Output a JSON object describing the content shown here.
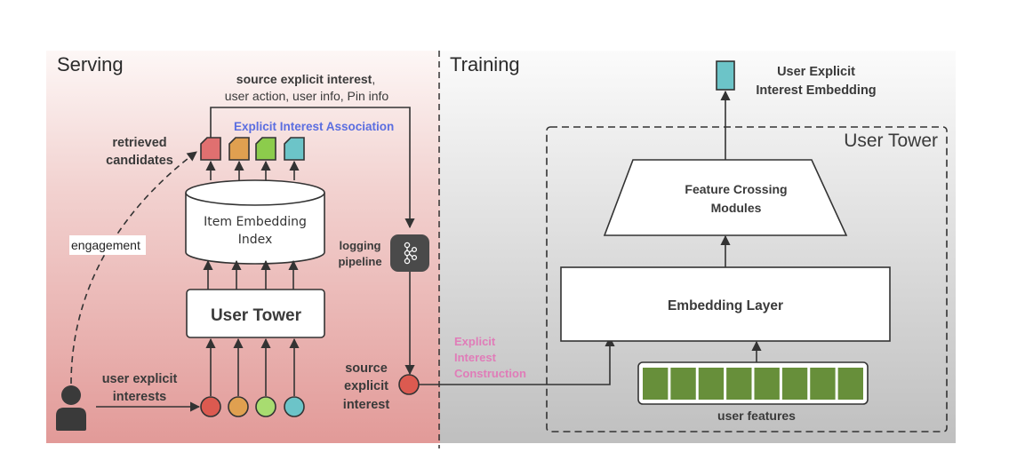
{
  "sections": {
    "serving": "Serving",
    "training": "Training"
  },
  "serving": {
    "top_label_bold": "source explicit interest",
    "top_label_comma": ",",
    "top_label_line2": "user action, user info, Pin info",
    "association_label": "Explicit Interest Association",
    "retrieved_line1": "retrieved",
    "retrieved_line2": "candidates",
    "index_line1": "Item Embedding",
    "index_line2": "Index",
    "engagement": "engagement",
    "logging_line1": "logging",
    "logging_line2": "pipeline",
    "user_tower": "User Tower",
    "user_interests_line1": "user explicit",
    "user_interests_line2": "interests",
    "source_line1": "source",
    "source_line2": "explicit",
    "source_line3": "interest",
    "candidate_colors": [
      "#e07070",
      "#e0a050",
      "#8ccc4c",
      "#6cc4c8"
    ],
    "interest_colors": [
      "#dc5a50",
      "#e0a050",
      "#a8dc70",
      "#6cc4c8"
    ],
    "source_color": "#dc5a50",
    "icons": [
      "user-icon",
      "kafka-icon"
    ]
  },
  "training": {
    "construction_line1": "Explicit",
    "construction_line2": "Interest",
    "construction_line3": "Construction",
    "output_line1": "User Explicit",
    "output_line2": "Interest Embedding",
    "output_color": "#6cc4c8",
    "user_tower_title": "User Tower",
    "feature_crossing_line1": "Feature Crossing",
    "feature_crossing_line2": "Modules",
    "embedding_layer": "Embedding Layer",
    "user_features": "user features",
    "feature_cell_count": 8,
    "feature_color": "#678f3a"
  },
  "colors": {
    "association_text": "#5b6ee0",
    "construction_text": "#e07cb8",
    "stroke": "#333333"
  }
}
